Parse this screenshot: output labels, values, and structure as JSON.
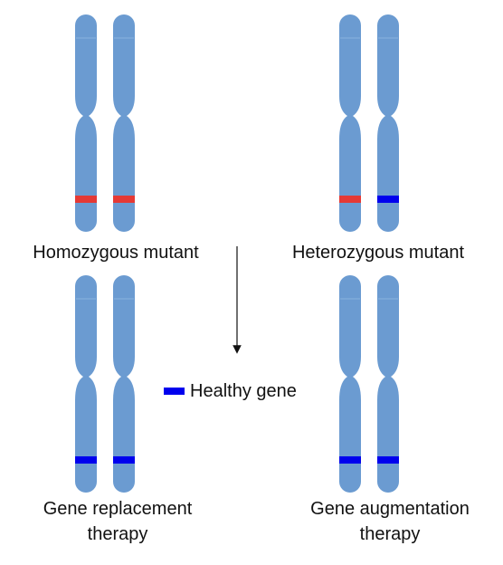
{
  "colors": {
    "chromosome": "#6b9bd1",
    "mutant": "#e53935",
    "healthy": "#0000ee",
    "text": "#111111"
  },
  "labels": {
    "homozygous": "Homozygous mutant",
    "heterozygous": "Heterozygous mutant",
    "replacement_line1": "Gene replacement",
    "replacement_line2": "therapy",
    "augmentation_line1": "Gene augmentation",
    "augmentation_line2": "therapy"
  },
  "legend": {
    "label": "Healthy gene",
    "color": "#0000ee"
  },
  "panels": [
    {
      "name": "homozygous-mutant",
      "bands": [
        "mutant",
        "mutant"
      ]
    },
    {
      "name": "heterozygous-mutant",
      "bands": [
        "mutant",
        "healthy"
      ]
    },
    {
      "name": "gene-replacement-therapy",
      "bands": [
        "healthy",
        "healthy"
      ]
    },
    {
      "name": "gene-augmentation-therapy",
      "bands": [
        "healthy",
        "healthy"
      ]
    }
  ]
}
